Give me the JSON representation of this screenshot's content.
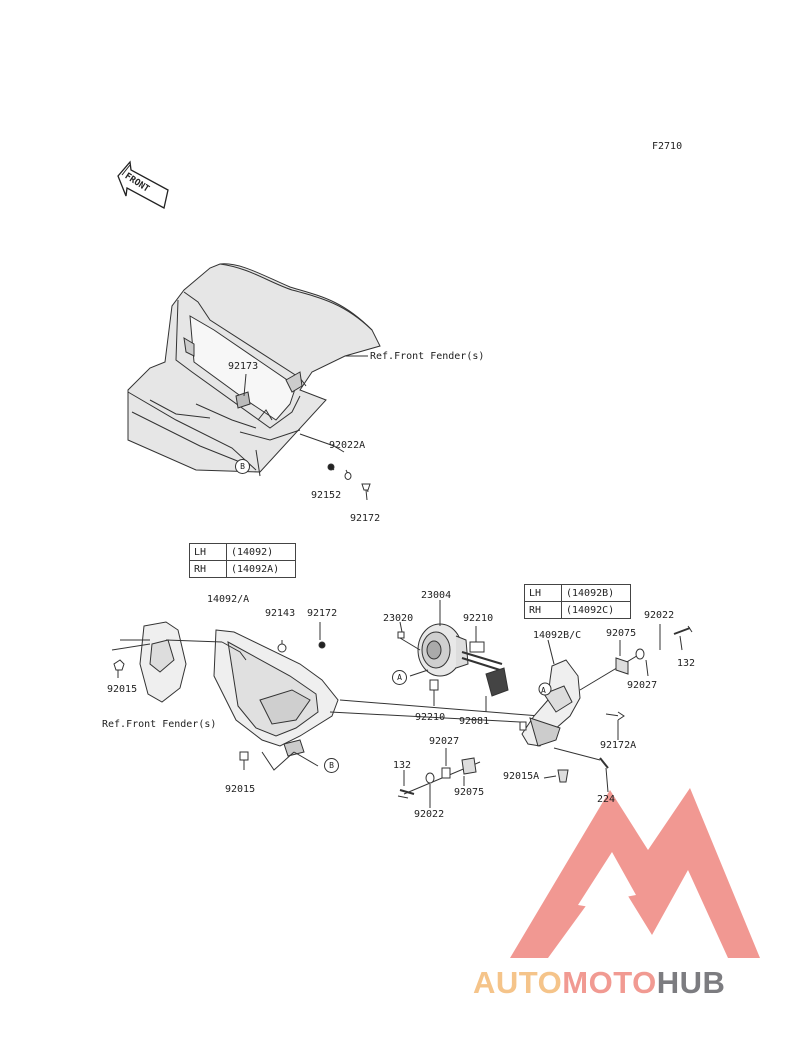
{
  "diagram_code": "F2710",
  "front_arrow_text": "FRONT",
  "refs": {
    "front_fender_top": "Ref.Front Fender(s)",
    "front_fender_left": "Ref.Front Fender(s)"
  },
  "callouts": {
    "A": "A",
    "B": "B"
  },
  "tables": {
    "left": [
      {
        "side": "LH",
        "code": "(14092)"
      },
      {
        "side": "RH",
        "code": "(14092A)"
      }
    ],
    "right": [
      {
        "side": "LH",
        "code": "(14092B)"
      },
      {
        "side": "RH",
        "code": "(14092C)"
      }
    ]
  },
  "parts": {
    "p92173": "92173",
    "p92022A": "92022A",
    "p92152": "92152",
    "p92172_top": "92172",
    "p14092A": "14092/A",
    "p92143": "92143",
    "p92172_mid": "92172",
    "p92015_left": "92015",
    "p92015_bottom": "92015",
    "p23004": "23004",
    "p23020": "23020",
    "p92210_top": "92210",
    "p92210_bottom": "92210",
    "p92081": "92081",
    "p14092BC": "14092B/C",
    "p92075_top": "92075",
    "p92022_right": "92022",
    "p132_right": "132",
    "p92027_right": "92027",
    "p92172A": "92172A",
    "p92027_bottom": "92027",
    "p132_left": "132",
    "p92075_bottom": "92075",
    "p92015A": "92015A",
    "p224": "224",
    "p92022_bottom": "92022"
  },
  "watermark": {
    "part1": "AUTO",
    "part2": "MOTO",
    "part3": "HUB",
    "colors": {
      "light": "#f5c48a",
      "pink": "#f19a92",
      "gray": "#7c7c80"
    }
  }
}
